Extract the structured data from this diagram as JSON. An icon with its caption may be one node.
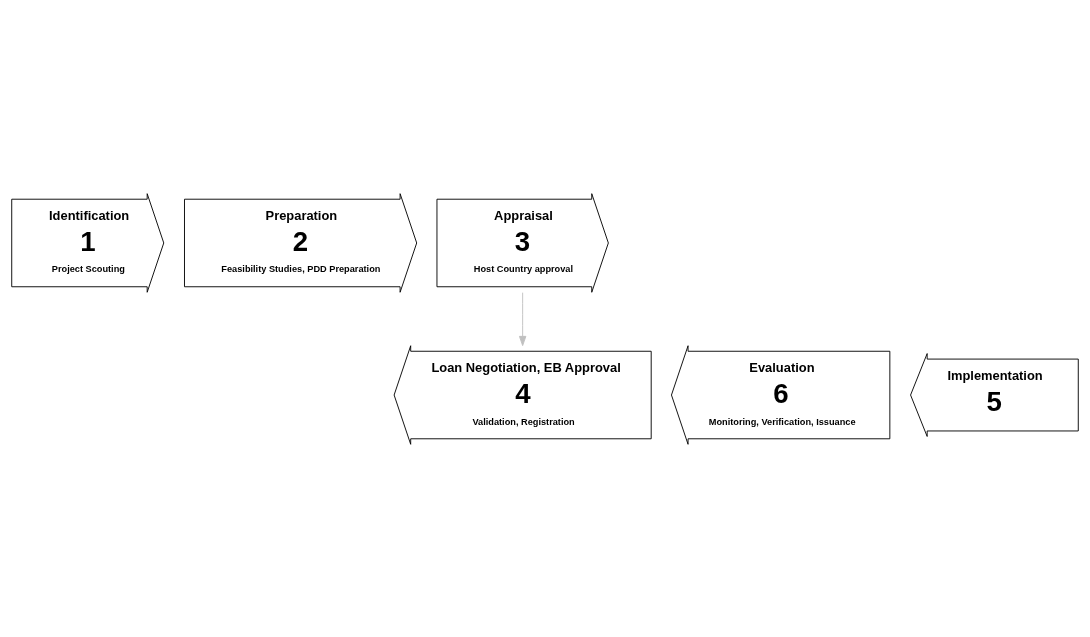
{
  "diagram": {
    "nodes": [
      {
        "text": [
          "Identification",
          "1",
          "Project Scouting"
        ]
      },
      {
        "text": [
          "Preparation",
          "2",
          "Feasibility Studies, PDD Preparation"
        ]
      },
      {
        "text": [
          "Appraisal",
          "3",
          "Host Country approval"
        ]
      },
      {
        "text": [
          "Loan Negotiation, EB Approval",
          "4",
          "Validation, Registration"
        ]
      },
      {
        "text": [
          "Implementation",
          "5"
        ]
      },
      {
        "text": [
          "Evaluation",
          "6",
          "Monitoring, Verification, Issuance"
        ]
      }
    ],
    "edges": [
      {
        "from": 2,
        "to": 3,
        "arrow": "to",
        "color": "#c0c0c0"
      }
    ]
  }
}
